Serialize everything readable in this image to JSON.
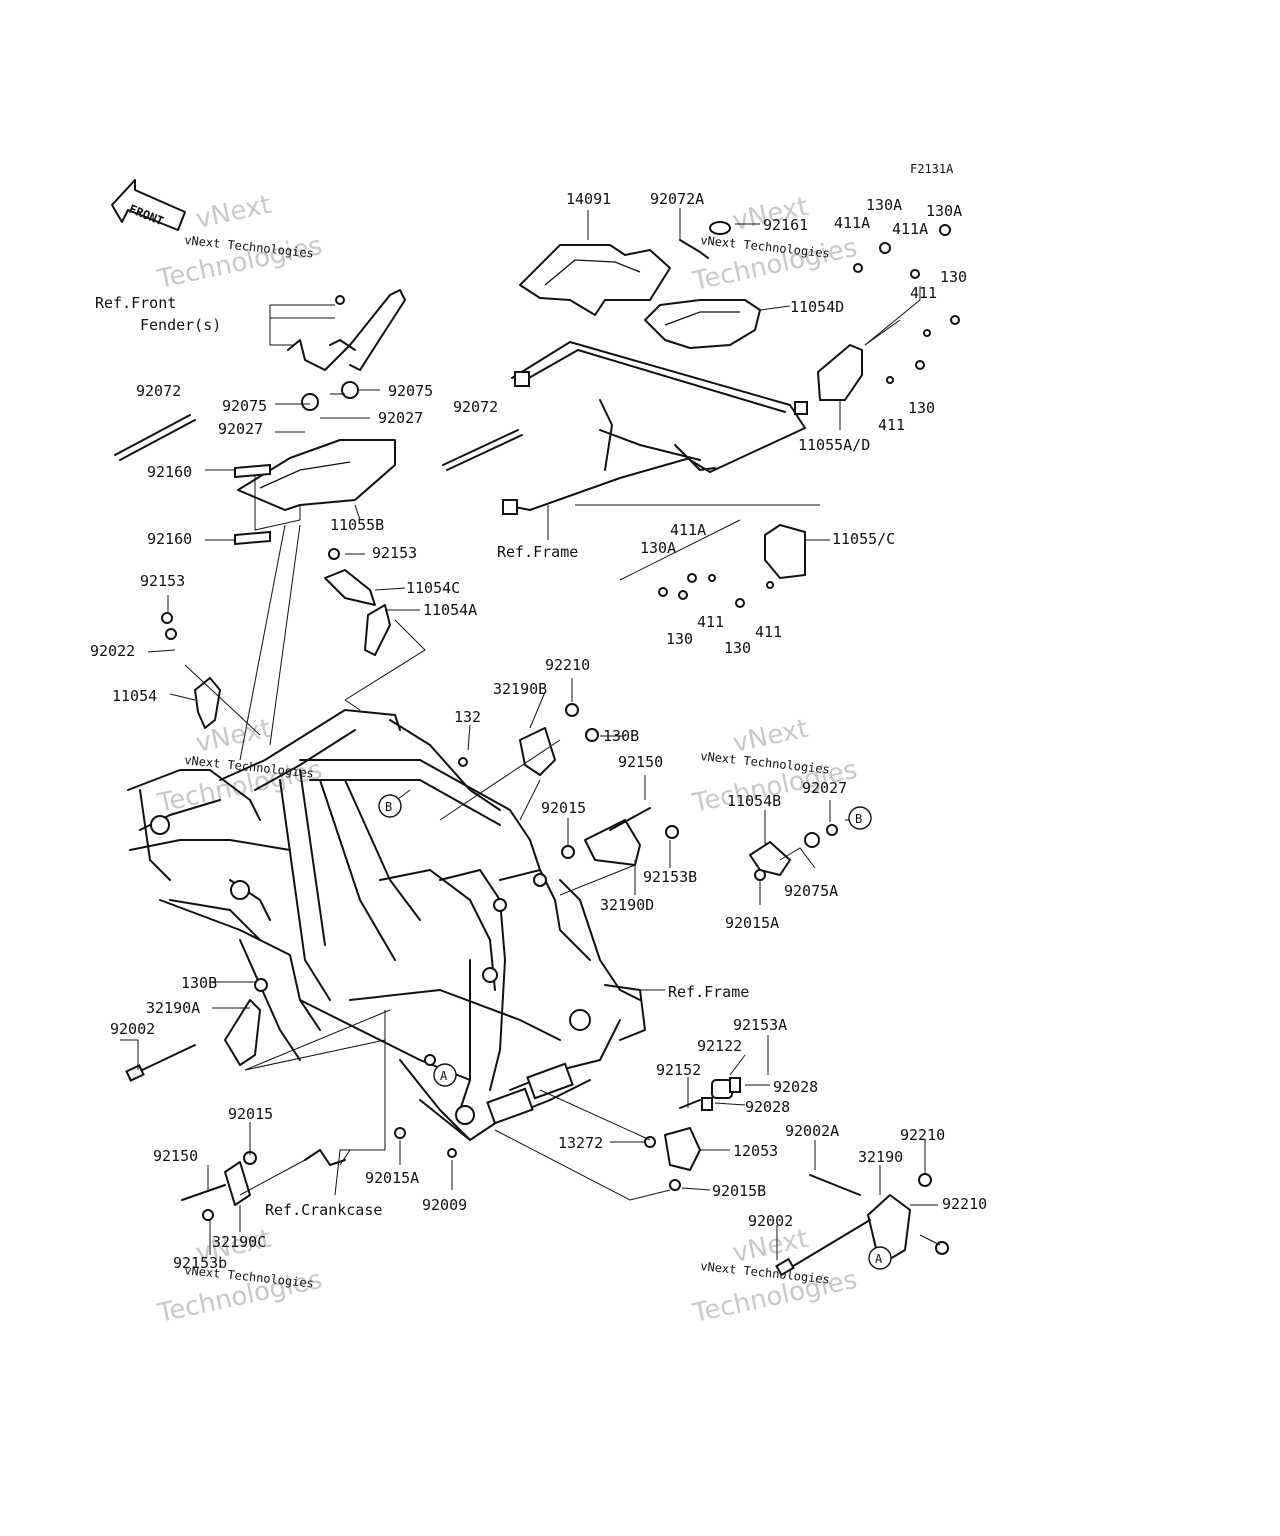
{
  "figure_code": "F2131A",
  "front_arrow": "FRONT",
  "watermark": {
    "line1": "vNext",
    "line2": "Technologies",
    "caption": "vNext Technologies"
  },
  "ref_front_fender": "Ref.Front",
  "ref_front_fender_2": "Fender(s)",
  "ref_frame": "Ref.Frame",
  "ref_crankcase": "Ref.Crankcase",
  "callouts": {
    "a": "A",
    "b": "B"
  },
  "parts": {
    "p14091": "14091",
    "p92072A": "92072A",
    "p92161": "92161",
    "p411A_1": "411A",
    "p130A_1": "130A",
    "p411A_2": "411A",
    "p130A_2": "130A",
    "p130_1": "130",
    "p411_1": "411",
    "p11054D": "11054D",
    "p411_2": "411",
    "p130_2": "130",
    "p11055AD": "11055A/D",
    "p92072_1": "92072",
    "p92075_1": "92075",
    "p92075_2": "92075",
    "p92027_1": "92027",
    "p92027_2": "92027",
    "p92072_2": "92072",
    "p92160_1": "92160",
    "p11055B": "11055B",
    "p92160_2": "92160",
    "p411A_3": "411A",
    "p130A_3": "130A",
    "p11055C": "11055/C",
    "p92153_1": "92153",
    "p11054C": "11054C",
    "p92153_2": "92153",
    "p11054A": "11054A",
    "p411_3": "411",
    "p130_3": "130",
    "p411_4": "411",
    "p130_4": "130",
    "p92022": "92022",
    "p92210_1": "92210",
    "p32190B": "32190B",
    "p11054": "11054",
    "p132": "132",
    "p130B_1": "130B",
    "p92150_1": "92150",
    "p92027_3": "92027",
    "p11054B": "11054B",
    "p92015_1": "92015",
    "p92153B_1": "92153B",
    "p92075A": "92075A",
    "p32190D": "32190D",
    "p92015A_1": "92015A",
    "p130B_2": "130B",
    "p32190A": "32190A",
    "p92002_1": "92002",
    "p92153A": "92153A",
    "p92122": "92122",
    "p92028_1": "92028",
    "p92152": "92152",
    "p92028_2": "92028",
    "p92015_2": "92015",
    "p13272": "13272",
    "p12053": "12053",
    "p92002A": "92002A",
    "p92210_2": "92210",
    "p92150_2": "92150",
    "p92015A_2": "92015A",
    "p32190": "32190",
    "p92210_3": "92210",
    "p92009": "92009",
    "p92015B": "92015B",
    "p32190C": "32190C",
    "p92002_2": "92002",
    "p92153b": "92153b"
  }
}
